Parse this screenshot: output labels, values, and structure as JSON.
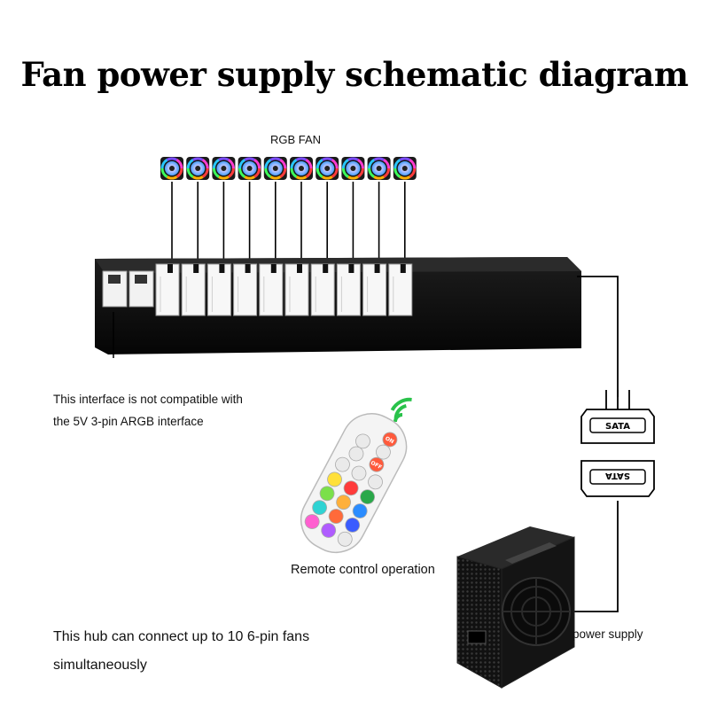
{
  "title": "Fan power supply schematic diagram",
  "fans": {
    "label": "RGB FAN",
    "count": 10
  },
  "hub": {
    "port_count": 10,
    "unsupported_port_count": 2
  },
  "notes": {
    "interface_line1": "This interface is not compatible with",
    "interface_line2": "the 5V 3-pin ARGB interface",
    "remote": "Remote control operation",
    "psu": "power supply",
    "hub_line1": "This hub can connect up to 10 6-pin fans",
    "hub_line2": "simultaneously"
  },
  "connector": {
    "label": "SATA"
  },
  "remote_buttons": {
    "top_right_label": "ON",
    "second_label": "OFF"
  },
  "colors": {
    "hub_body": "#0c0c0c",
    "wire": "#000000",
    "wifi_signal": "#29c24a"
  }
}
